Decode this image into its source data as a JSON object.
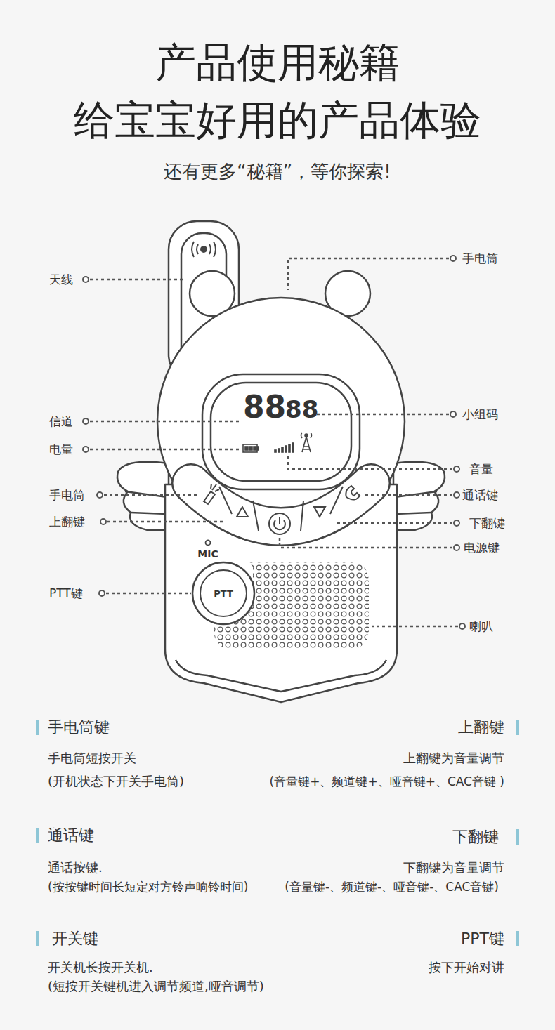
{
  "diagram": {
    "title": "产品使用秘籍 给宝宝好用的产品体验",
    "nodes": [
      {
        "text": [
          "88",
          "88"
        ]
      },
      {
        "text": [
          "PTT"
        ]
      }
    ],
    "labels": [
      "还有更多“秘籍”，等你探索!",
      "天线",
      "手电筒",
      "信道",
      "小组码",
      "电量",
      "音量",
      "手电筒",
      "通话键",
      "上翻键",
      "下翻键",
      "电源键",
      "MIC",
      "PTT键",
      "喇叭",
      "手电筒键",
      "手电筒短按开关",
      "(开机状态下开关手电筒)",
      "上翻键",
      "上翻键为音量调节",
      "(音量键+、频道键+、哑音键+、CAC音键 )",
      "通话键",
      "通话按键.",
      "(按按键时间长短定对方铃声响铃时间)",
      "下翻键",
      "下翻键为音量调节",
      "(音量键-、频道键-、哑音键-、CAC音键)",
      "开关键",
      "开关机长按开关机.",
      "(短按开关键机进入调节频道,哑音调节)",
      "PPT键",
      "按下开始对讲"
    ]
  }
}
